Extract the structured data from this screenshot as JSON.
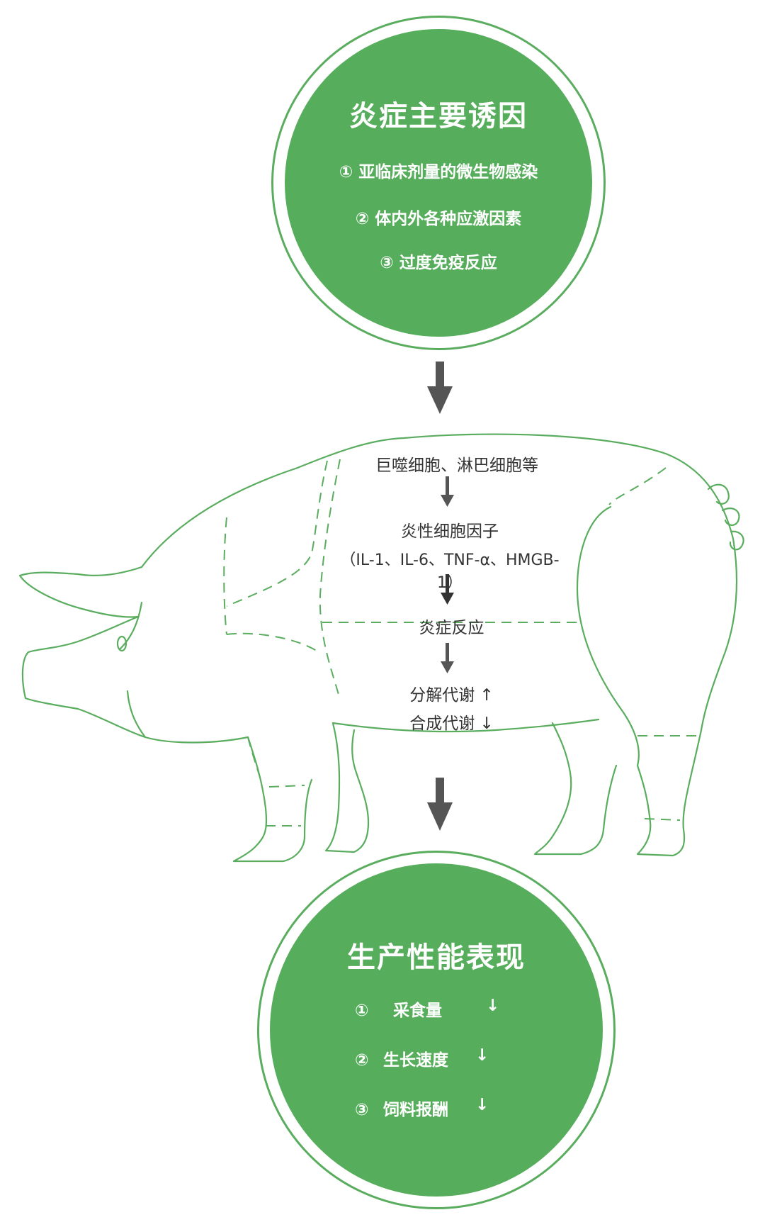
{
  "top_circle": {
    "title": "炎症主要诱因",
    "items": [
      "① 亚临床剂量的微生物感染",
      "② 体内外各种应激因素",
      "③ 过度免疫反应"
    ]
  },
  "flow": {
    "step1": "巨噬细胞、淋巴细胞等",
    "step2": "炎性细胞因子",
    "step2_detail": "（IL-1、IL-6、TNF-α、HMGB-1）",
    "step3": "炎症反应",
    "step4a": "分解代谢 ↑",
    "step4b": "合成代谢 ↓"
  },
  "bottom_circle": {
    "title": "生产性能表现",
    "items": [
      {
        "num": "①",
        "label": "采食量",
        "arrow": "↓"
      },
      {
        "num": "②",
        "label": "生长速度",
        "arrow": "↓"
      },
      {
        "num": "③",
        "label": "饲料报酬",
        "arrow": "↓"
      }
    ]
  },
  "colors": {
    "green": "#56ad5b",
    "pig_line": "#5aad5f",
    "arrow": "#555555",
    "text": "#333333"
  }
}
